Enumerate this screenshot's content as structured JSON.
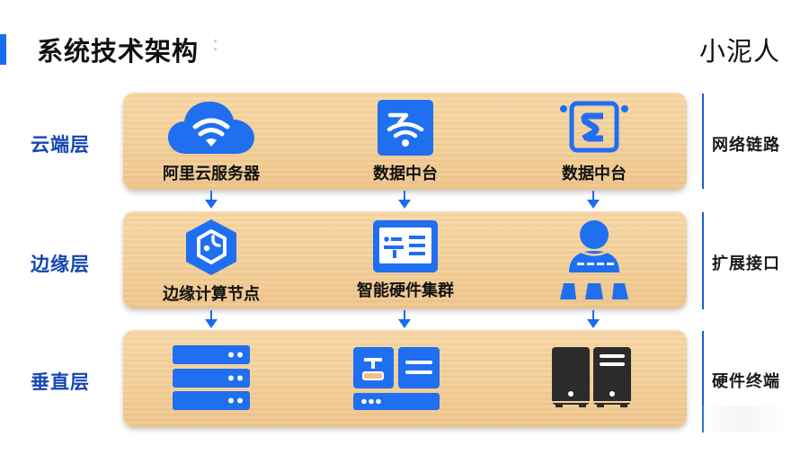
{
  "header": {
    "title": "系统技术架构",
    "brand": "小泥人"
  },
  "colors": {
    "accent": "#1a6cf0",
    "layer_label": "#1546b3",
    "icon_blue": "#1f6ff0",
    "wood_light": "#f6d6a4",
    "wood_dark": "#eec48b",
    "device_dark": "#2b2b2b"
  },
  "layers": [
    {
      "label": "云端层",
      "side_label": "网络链路",
      "nodes": [
        {
          "icon": "cloud-wifi-icon",
          "label": "阿里云服务器"
        },
        {
          "icon": "wifi-square-icon",
          "label": "数据中台"
        },
        {
          "icon": "s-badge-icon",
          "label": "数据中台"
        }
      ]
    },
    {
      "label": "边缘层",
      "side_label": "扩展接口",
      "nodes": [
        {
          "icon": "hexagon-chip-icon",
          "label": "边缘计算节点"
        },
        {
          "icon": "card-list-icon",
          "label": "智能硬件集群"
        },
        {
          "icon": "user-hierarchy-icon",
          "label": ""
        }
      ]
    },
    {
      "label": "垂直层",
      "side_label": "硬件终端",
      "nodes": [
        {
          "icon": "server-rack-icon",
          "label": ""
        },
        {
          "icon": "control-panel-icon",
          "label": ""
        },
        {
          "icon": "tower-servers-icon",
          "label": ""
        }
      ]
    }
  ],
  "arrows": [
    {
      "from_layer": 0,
      "to_layer": 1,
      "columns": 3
    },
    {
      "from_layer": 1,
      "to_layer": 2,
      "columns": 3
    }
  ]
}
